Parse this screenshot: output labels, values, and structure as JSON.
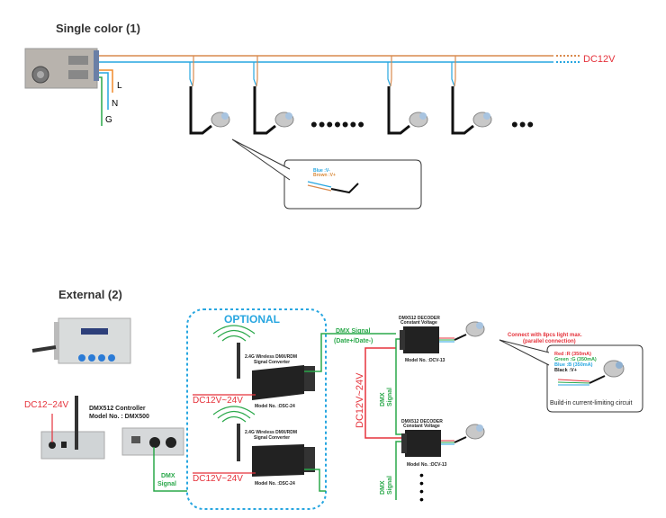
{
  "section1": {
    "title": "Single color (1)",
    "psu_terminals": [
      "L",
      "N",
      "G"
    ],
    "supply_label": "DC12V",
    "continuation_dots_1": "•••••••",
    "continuation_dots_2": "•••",
    "callout": {
      "blue_label": "Blue  :V-",
      "brown_label": "Brown :V+"
    }
  },
  "section2": {
    "title": "External (2)",
    "optional_label": "OPTIONAL",
    "controller": {
      "power_label": "DC12~24V",
      "name": "DMX512  Controller",
      "model": "Model No. : DMX500"
    },
    "converters": [
      {
        "title_line1": "2.4G  Wireless  DMX/RDM",
        "title_line2": "Signal Converter",
        "model": "Model No. :DSC-24",
        "power": "DC12V~24V"
      },
      {
        "title_line1": "2.4G  Wireless  DMX/RDM",
        "title_line2": "Signal Converter",
        "model": "Model No. :DSC-24",
        "power": "DC12V~24V"
      }
    ],
    "dmx_signal_label_1": "DMX",
    "dmx_signal_label_2": "Signal",
    "dmx_output_line1": "DMX  Signal",
    "dmx_output_line2": "(Date+/Date-)",
    "decoder_power": "DC12V~24V",
    "decoders": [
      {
        "title_line1": "DMX512  DECODER",
        "title_line2": "Constant  Voltage",
        "model": "Model No. :DCV-13"
      },
      {
        "title_line1": "DMX512  DECODER",
        "title_line2": "Constant  Voltage",
        "model": "Model No. :DCV-13"
      }
    ],
    "vertical_dmx_1": "DMX Signal",
    "vertical_dmx_2": "DMX Signal",
    "continuation_dots": "••••",
    "note_line1": "Connect with 8pcs light max.",
    "note_line2": "(parallel connection)",
    "rgb_callout": {
      "red": "Red   :R (350mA)",
      "green": "Green :G (350mA)",
      "blue": "Blue  :B (350mA)",
      "black": "Black :V+",
      "caption": "Build-in current-limiting circuit"
    }
  },
  "colors": {
    "brown_wire": "#d98a4e",
    "blue_wire": "#27a6e0",
    "red_wire": "#e5323b",
    "green_wire": "#2aa84a",
    "black_wire": "#111111",
    "optional_border": "#27a6e0"
  }
}
